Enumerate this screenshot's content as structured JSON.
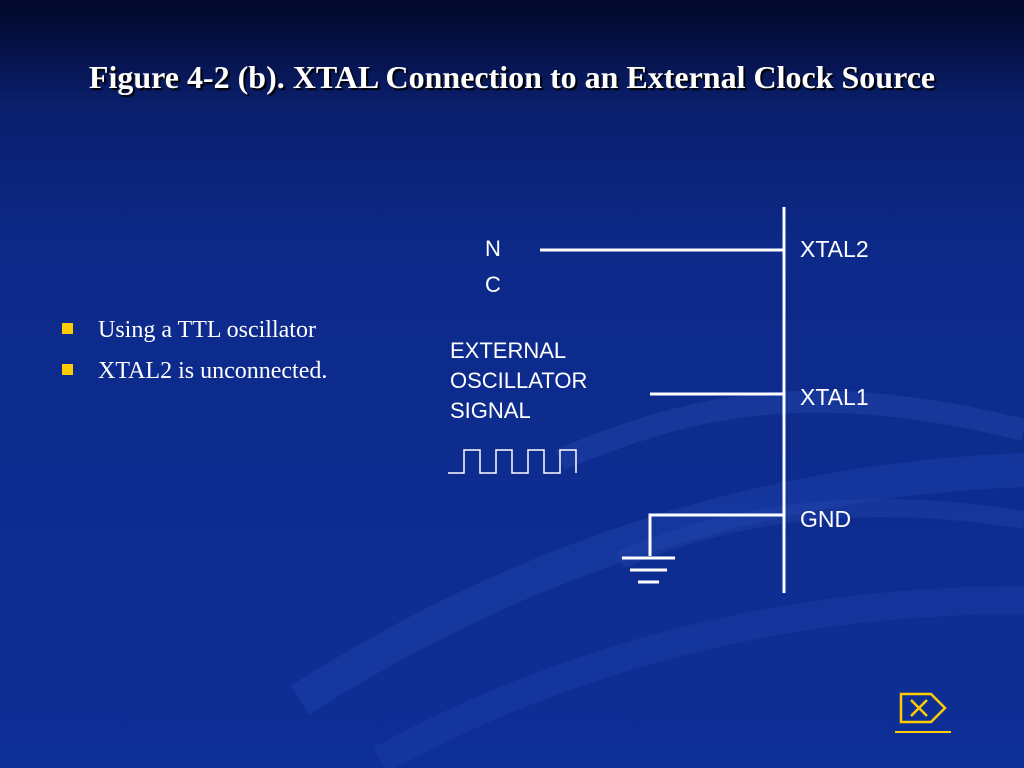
{
  "title": "Figure 4-2 (b). XTAL Connection to an External Clock Source",
  "bullets": [
    "Using a TTL oscillator",
    "XTAL2 is unconnected."
  ],
  "diagram": {
    "nc_label_line1": "N",
    "nc_label_line2": "C",
    "xtal2_label": "XTAL2",
    "xtal1_label": "XTAL1",
    "gnd_label": "GND",
    "osc_label_line1": "EXTERNAL",
    "osc_label_line2": "OSCILLATOR",
    "osc_label_line3": "SIGNAL"
  },
  "nav": {
    "icon": "close-icon"
  },
  "colors": {
    "background": "#0e2f96",
    "bullet": "#ffcc00",
    "nav_icon": "#ffcc00",
    "text": "#ffffff"
  }
}
